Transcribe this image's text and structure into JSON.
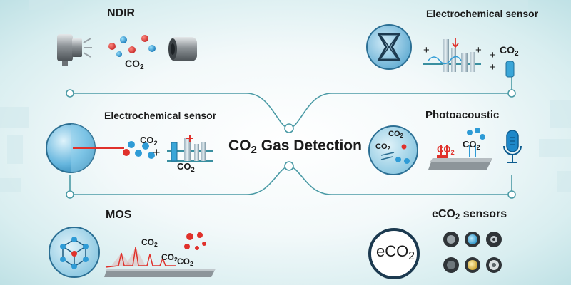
{
  "center": {
    "title_main": "CO",
    "title_sub": "2",
    "title_rest": " Gas Detection"
  },
  "panels": {
    "ndir": {
      "title": "NDIR",
      "co2_main": "CO",
      "co2_sub": "2"
    },
    "electrochem_top": {
      "title": "Electrochemical sensor",
      "plus_1": "+",
      "plus_2": "+",
      "plus_3": "+",
      "plus_4": "+",
      "co2_main": "CO",
      "co2_sub": "2"
    },
    "electrochem_left": {
      "title": "Electrochemical sensor",
      "plus": "+",
      "co2_a_main": "CO",
      "co2_a_sub": "2",
      "co2_b_main": "CO",
      "co2_b_sub": "2"
    },
    "photoacoustic": {
      "title": "Photoacoustic",
      "co2_1_main": "CO",
      "co2_1_sub": "2",
      "co2_2_main": "CO",
      "co2_2_sub": "2",
      "co2_3_main": "CO",
      "co2_3_sub": "2",
      "co2_4_main": "CO",
      "co2_4_sub": "2"
    },
    "mos": {
      "title": "MOS",
      "co2_1_main": "CO",
      "co2_1_sub": "2",
      "co2_2_main": "CO",
      "co2_2_sub": "2",
      "co2_3_main": "CO",
      "co2_3_sub": "2"
    },
    "eco2": {
      "title_pre": "eCO",
      "title_sub": "2",
      "title_post": " sensors",
      "badge_main": "eCO",
      "badge_sub": "2"
    }
  },
  "colors": {
    "teal": "#4a9aa5",
    "blue": "#2e9bd6",
    "red": "#e0312b",
    "dark": "#1b1b1b"
  }
}
